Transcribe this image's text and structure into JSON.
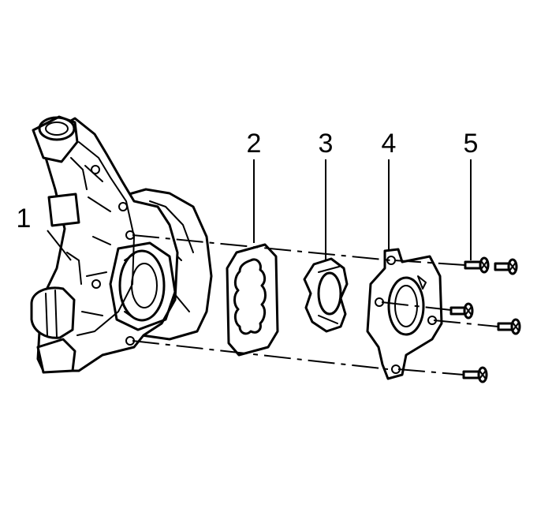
{
  "diagram": {
    "callouts": [
      {
        "id": "1"
      },
      {
        "id": "2"
      },
      {
        "id": "3"
      },
      {
        "id": "4"
      },
      {
        "id": "5"
      }
    ],
    "colors": {
      "ink": "#000000",
      "paper": "#ffffff"
    }
  }
}
